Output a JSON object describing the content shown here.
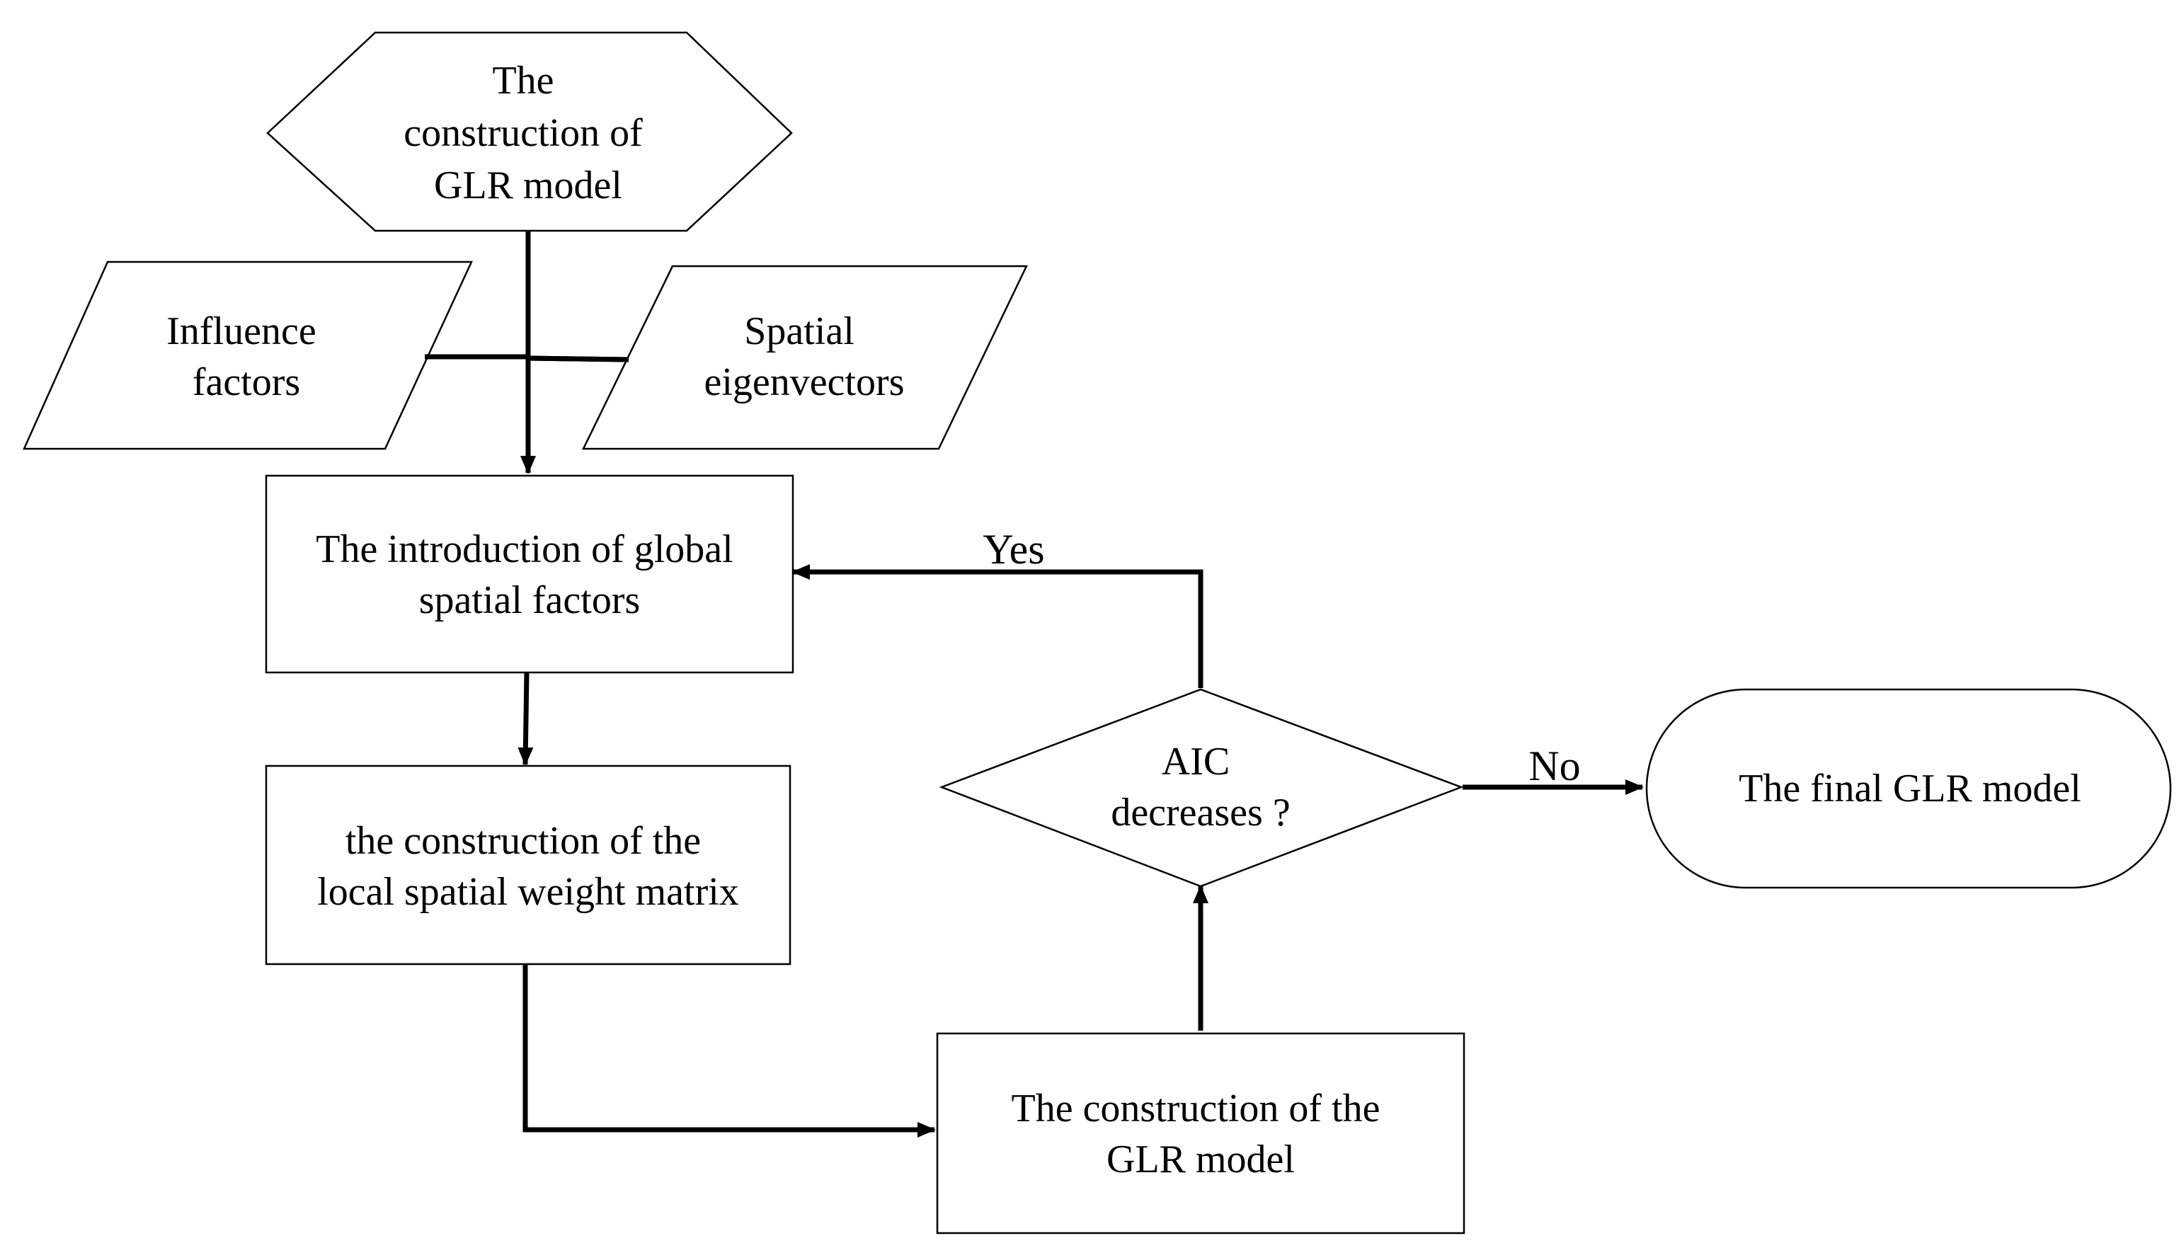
{
  "nodes": {
    "start": {
      "lines": [
        "The",
        "construction of",
        "GLR model"
      ]
    },
    "influence": {
      "lines": [
        "Influence",
        "factors"
      ]
    },
    "spatial": {
      "lines": [
        "Spatial",
        "eigenvectors"
      ]
    },
    "global": {
      "lines": [
        "The introduction of global",
        "spatial factors"
      ]
    },
    "matrix": {
      "lines": [
        "the construction of the",
        "local spatial weight matrix"
      ]
    },
    "construct": {
      "lines": [
        "The construction of the",
        "GLR model"
      ]
    },
    "decision": {
      "lines": [
        "AIC",
        "decreases ?"
      ]
    },
    "final": {
      "lines": [
        "The final GLR model"
      ]
    }
  },
  "edges": {
    "yes_label": "Yes",
    "no_label": "No"
  }
}
